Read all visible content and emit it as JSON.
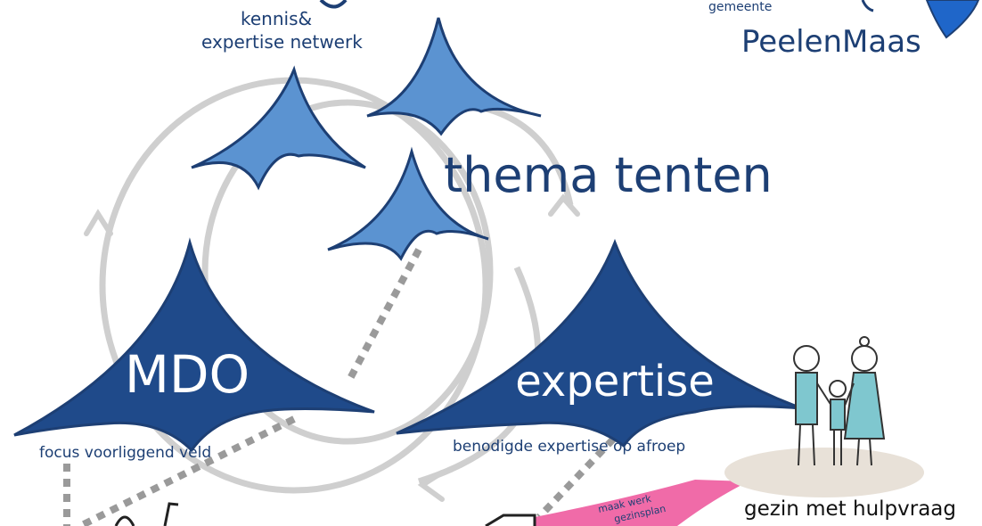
{
  "header": {
    "network_label_line1": "kennis&",
    "network_label_line2": "expertise netwerk",
    "logo_small": "gemeente",
    "logo_name": "PeelenMaas"
  },
  "title": "thema tenten",
  "tents": {
    "mdo": {
      "label": "MDO",
      "caption": "focus voorliggend veld"
    },
    "expertise": {
      "label": "expertise",
      "caption": "benodigde expertise op afroep"
    }
  },
  "family": {
    "caption": "gezin met hulpvraag"
  },
  "pink_ribbon": {
    "line1": "maak werk",
    "line2": "gezinsplan"
  },
  "colors": {
    "dark_tent": "#1f4a8a",
    "light_tent": "#5b93d1",
    "text": "#1d3f74",
    "circle": "#cfcfcf",
    "dots": "#9a9a9a",
    "family_fill": "#7fc7cf",
    "ground": "#e8e1d8",
    "ribbon": "#f06ba8"
  }
}
